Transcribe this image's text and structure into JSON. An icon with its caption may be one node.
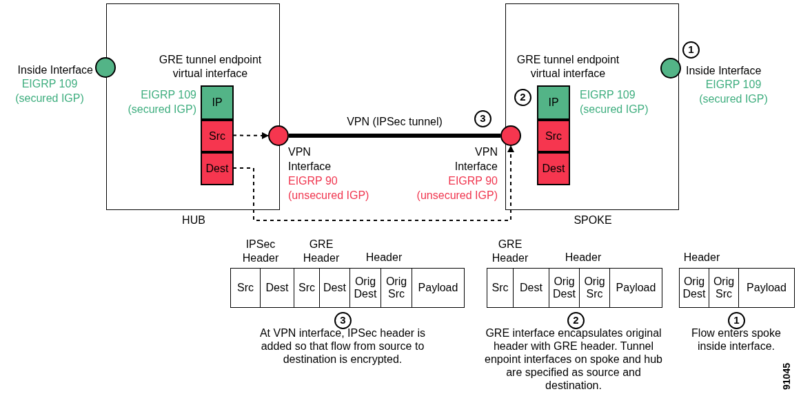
{
  "diagram": {
    "nodes": [
      {
        "text": [
          "HUB"
        ]
      },
      {
        "text": [],
        "shape": "circle",
        "beside": [
          "Inside Interface",
          "EIGRP 109 (secured IGP)"
        ]
      },
      {
        "text": [
          "GRE tunnel endpoint virtual interface"
        ],
        "in": 0,
        "beside": [
          "EIGRP 109 (secured IGP)"
        ]
      },
      {
        "text": [
          "IP"
        ],
        "in": 2
      },
      {
        "text": [
          "Src"
        ],
        "in": 2
      },
      {
        "text": [
          "Dest"
        ],
        "in": 2
      },
      {
        "text": [],
        "shape": "circle",
        "beside": [
          "VPN Interface",
          "EIGRP 90 (unsecured IGP)"
        ]
      },
      {
        "text": [
          "SPOKE"
        ]
      },
      {
        "text": [
          "GRE tunnel endpoint virtual interface"
        ],
        "in": 7,
        "beside": [
          "EIGRP 109 (secured IGP)"
        ]
      },
      {
        "text": [
          "IP"
        ],
        "in": 8
      },
      {
        "text": [
          "Src"
        ],
        "in": 8
      },
      {
        "text": [
          "Dest"
        ],
        "in": 8
      },
      {
        "text": [],
        "shape": "circle",
        "beside": [
          "VPN Interface",
          "EIGRP 90 (unsecured IGP)"
        ]
      },
      {
        "text": [],
        "shape": "circle",
        "in": 7,
        "beside": [
          "Inside Interface",
          "EIGRP 109 (secured IGP)"
        ]
      }
    ],
    "edges": [
      {
        "from": 4,
        "to": 6,
        "arrow": "to",
        "style": "dashed"
      },
      {
        "from": 6,
        "to": 12,
        "arrow": "none",
        "style": "thick",
        "label": "VPN (IPSec tunnel)"
      },
      {
        "from": 5,
        "to": 12,
        "arrow": "to",
        "style": "dashed"
      }
    ],
    "labels": [
      "1",
      "2",
      "3",
      "IPSec Header",
      "GRE Header",
      "Header",
      "Src",
      "Dest",
      "Src",
      "Dest",
      "Orig Dest",
      "Orig Src",
      "Payload",
      "3",
      "At VPN interface, IPSec header is added so that flow from source to destination is encrypted.",
      "GRE Header",
      "Header",
      "Src",
      "Dest",
      "Orig Dest",
      "Orig Src",
      "Payload",
      "2",
      "GRE interface encapsulates original header with GRE header. Tunnel enpoint interfaces on spoke and hub are specified as source and destination.",
      "Header",
      "Orig Dest",
      "Orig Src",
      "Payload",
      "1",
      "Flow enters spoke inside interface.",
      "91045"
    ]
  }
}
